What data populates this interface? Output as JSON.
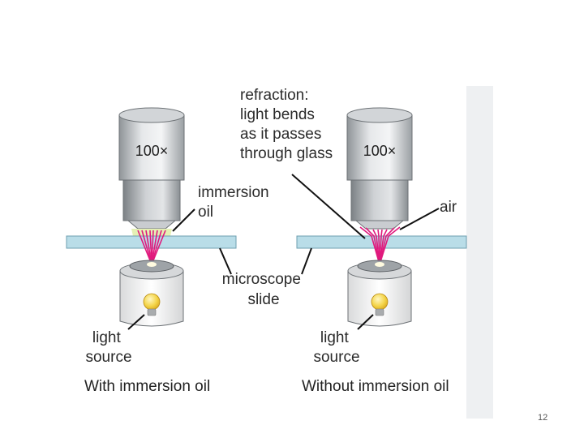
{
  "labels": {
    "refraction": [
      "refraction:",
      "light bends",
      "as it passes",
      "through glass"
    ],
    "immersion_oil": [
      "immersion",
      "oil"
    ],
    "air": "air",
    "microscope_slide": [
      "microscope",
      "slide"
    ],
    "light_source_left": [
      "light",
      "source"
    ],
    "light_source_right": [
      "light",
      "source"
    ]
  },
  "objectives": {
    "left": "100×",
    "right": "100×"
  },
  "captions": {
    "left": "With immersion oil",
    "right": "Without immersion oil"
  },
  "page_number": "12",
  "colors": {
    "slide": "#b9dde8",
    "slide_edge": "#6e9fb0",
    "rays": "#e0197d",
    "oil": "#e4efb0",
    "bulb": "#f4d54a",
    "side_panel": "#eef0f2"
  }
}
